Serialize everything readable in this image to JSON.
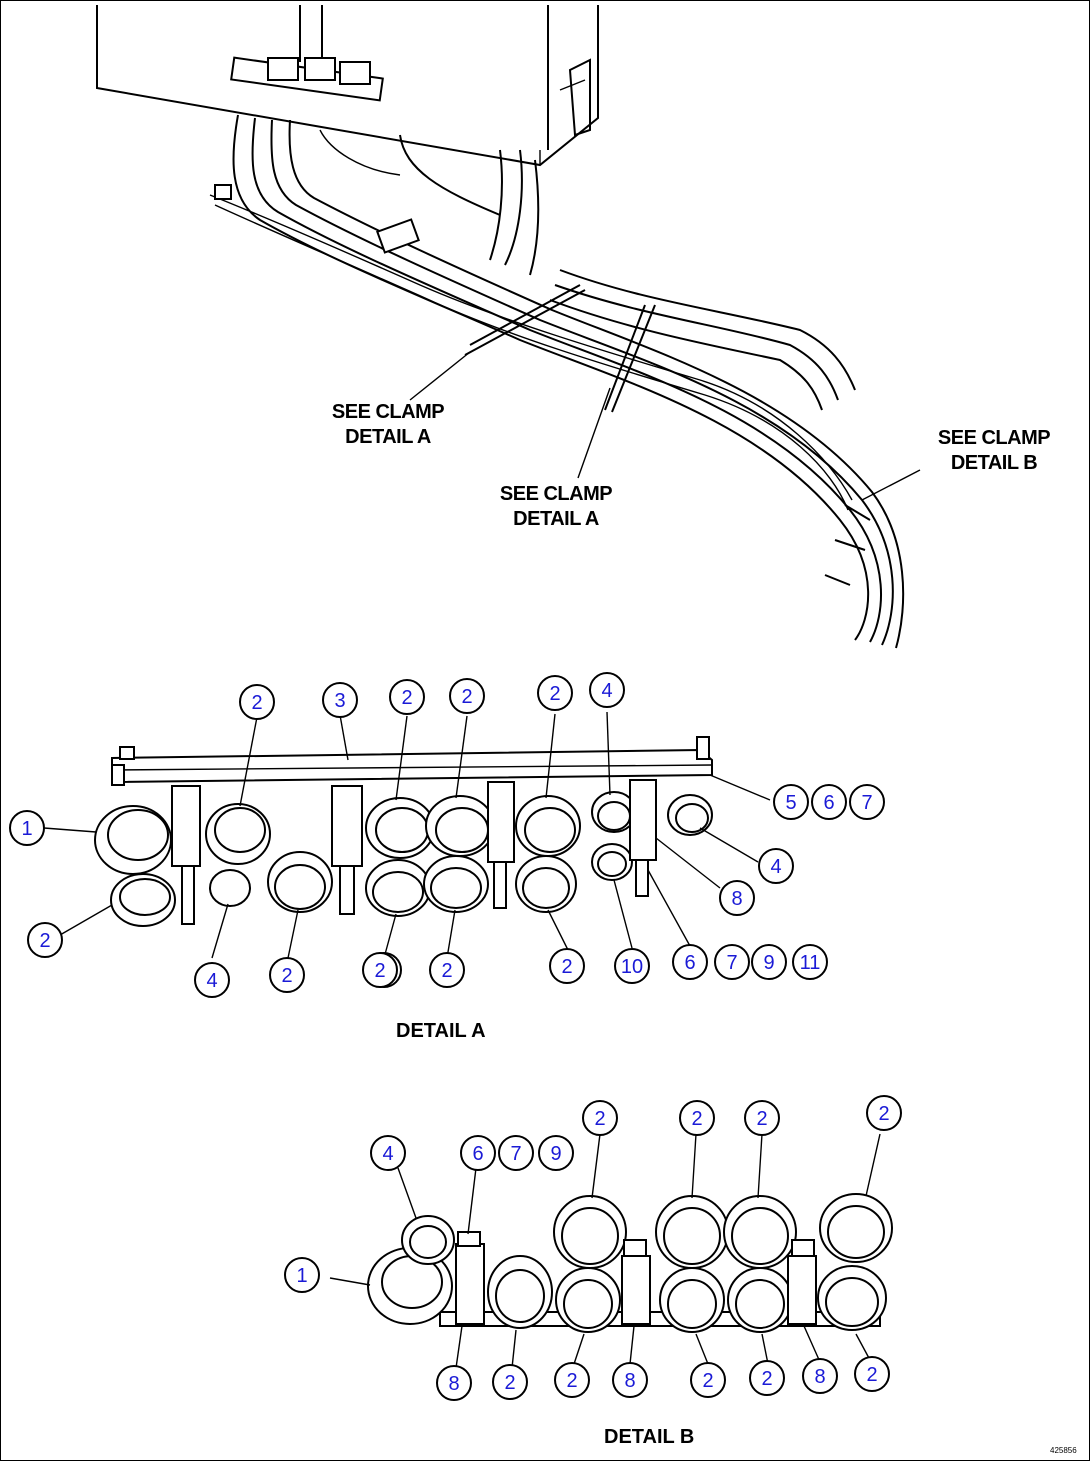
{
  "callouts": {
    "see_clamp_a1": [
      "SEE CLAMP",
      "DETAIL A"
    ],
    "see_clamp_a2": [
      "SEE CLAMP",
      "DETAIL A"
    ],
    "see_clamp_b": [
      "SEE CLAMP",
      "DETAIL B"
    ]
  },
  "detail_a": {
    "title": "DETAIL A",
    "balloons": [
      "1",
      "2",
      "2",
      "2",
      "2",
      "2",
      "2",
      "2",
      "2",
      "2",
      "2",
      "3",
      "4",
      "4",
      "4",
      "5",
      "6",
      "7",
      "8",
      "10",
      "6",
      "7",
      "9",
      "11"
    ]
  },
  "detail_b": {
    "title": "DETAIL B",
    "balloons": [
      "1",
      "4",
      "6",
      "7",
      "9",
      "2",
      "2",
      "2",
      "2",
      "8",
      "2",
      "2",
      "8",
      "2",
      "2",
      "8",
      "2"
    ]
  },
  "drawing_code": "425856",
  "colors": {
    "line": "#000000",
    "balloon_text": "#1a1ad6",
    "background": "#ffffff"
  }
}
